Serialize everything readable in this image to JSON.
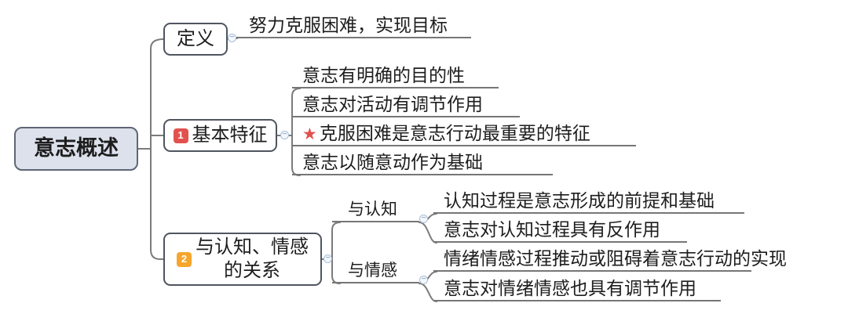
{
  "root": {
    "label": "意志概述"
  },
  "branches": {
    "definition": {
      "label": "定义",
      "child": {
        "label": "努力克服困难，实现目标"
      }
    },
    "features": {
      "badge": "1",
      "label": "基本特征",
      "children": [
        {
          "label": "意志有明确的目的性"
        },
        {
          "label": "意志对活动有调节作用"
        },
        {
          "star": "★",
          "label": "克服困难是意志行动最重要的特征"
        },
        {
          "label": "意志以随意动作为基础"
        }
      ]
    },
    "relations": {
      "badge": "2",
      "label_line1": "与认知、情感",
      "label_line2": "的关系",
      "children": [
        {
          "label": "与认知",
          "children": [
            {
              "label": "认知过程是意志形成的前提和基础"
            },
            {
              "label": "意志对认知过程具有反作用"
            }
          ]
        },
        {
          "label": "与情感",
          "children": [
            {
              "label": "情绪情感过程推动或阻碍着意志行动的实现"
            },
            {
              "label": "意志对情绪情感也具有调节作用"
            }
          ]
        }
      ]
    }
  },
  "icons": {
    "collapse_glyph": "−"
  },
  "colors": {
    "badge_red": "#e2514e",
    "badge_orange": "#f6a62b",
    "star_red": "#e2514e",
    "root_fill": "#dce1ec",
    "node_border": "#4f555f",
    "connector_gray": "#767676",
    "collapse_blue": "#a9bed7"
  }
}
